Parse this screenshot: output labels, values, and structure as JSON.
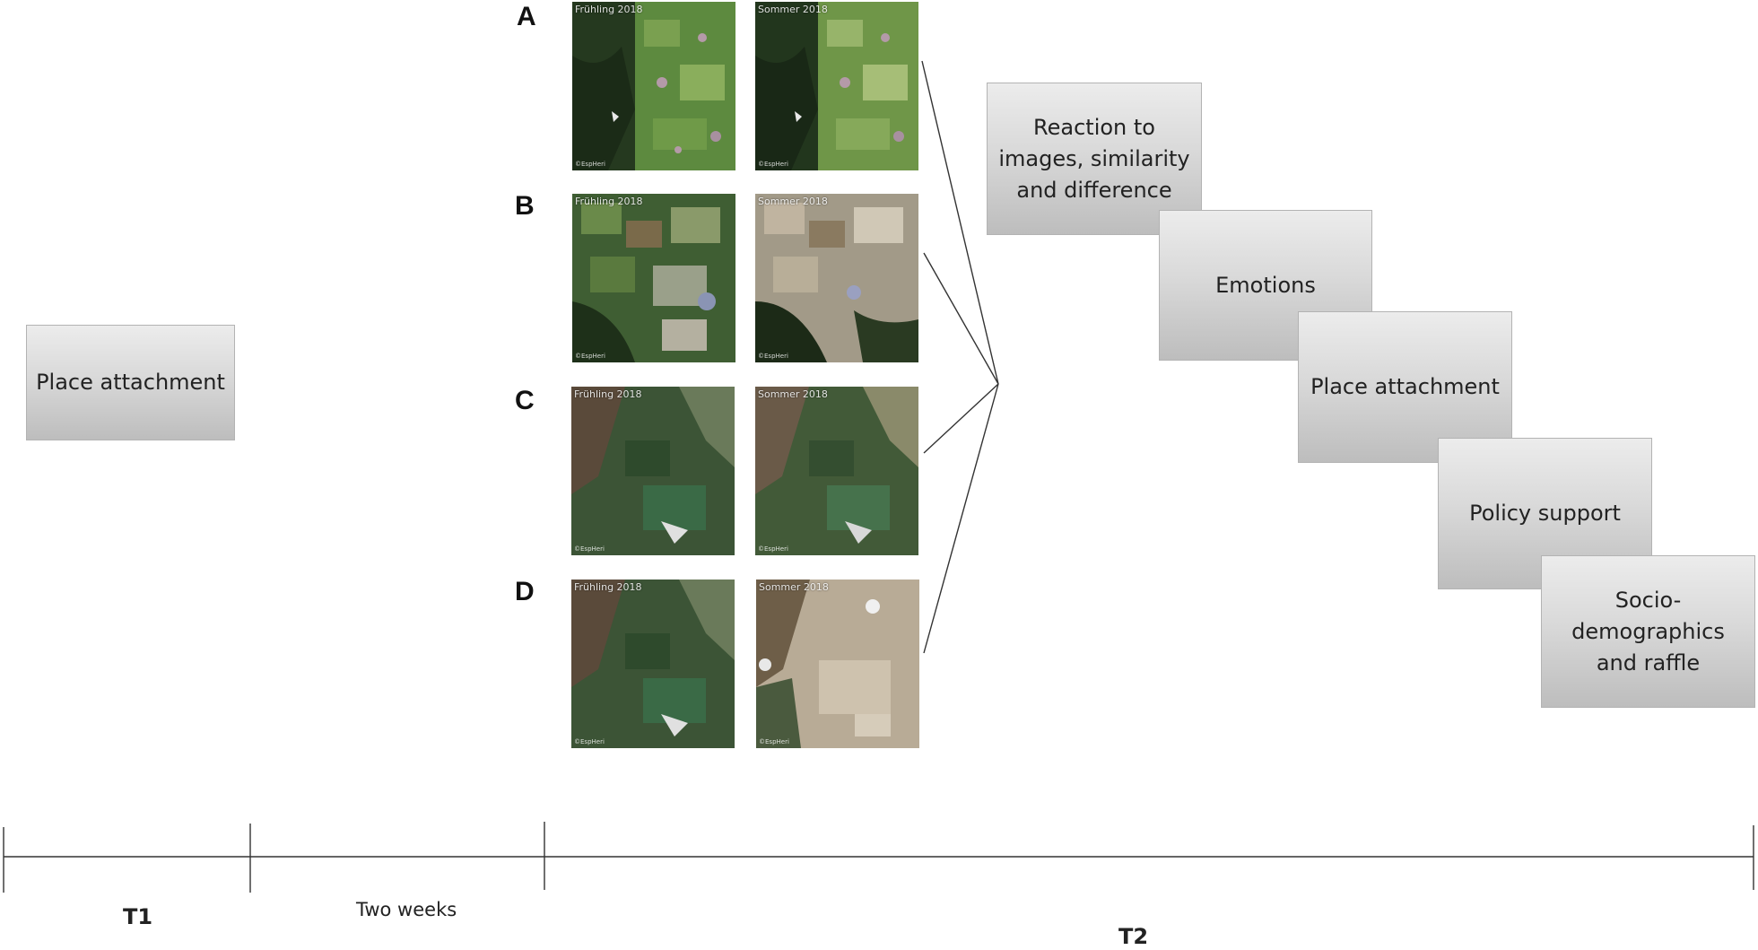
{
  "t1_box": {
    "label": "Place attachment"
  },
  "rows": [
    {
      "letter": "A",
      "spring_caption": "Frühling 2018",
      "summer_caption": "Sommer 2018"
    },
    {
      "letter": "B",
      "spring_caption": "Frühling 2018",
      "summer_caption": "Sommer 2018"
    },
    {
      "letter": "C",
      "spring_caption": "Frühling 2018",
      "summer_caption": "Sommer 2018"
    },
    {
      "letter": "D",
      "spring_caption": "Frühling 2018",
      "summer_caption": "Sommer 2018"
    }
  ],
  "tile_mark": "©EspHeri",
  "steps": [
    {
      "label": "Reaction to images, similarity and difference"
    },
    {
      "label": "Emotions"
    },
    {
      "label": "Place attachment"
    },
    {
      "label": "Policy support"
    },
    {
      "label": "Socio-demographics and raffle"
    }
  ],
  "timeline": {
    "t1": "T1",
    "gap": "Two weeks",
    "t2": "T2"
  },
  "colors": {
    "line": "#333333",
    "box_border": "#b3b3b3",
    "box_top": "#ececec",
    "box_bottom": "#bdbdbd"
  }
}
